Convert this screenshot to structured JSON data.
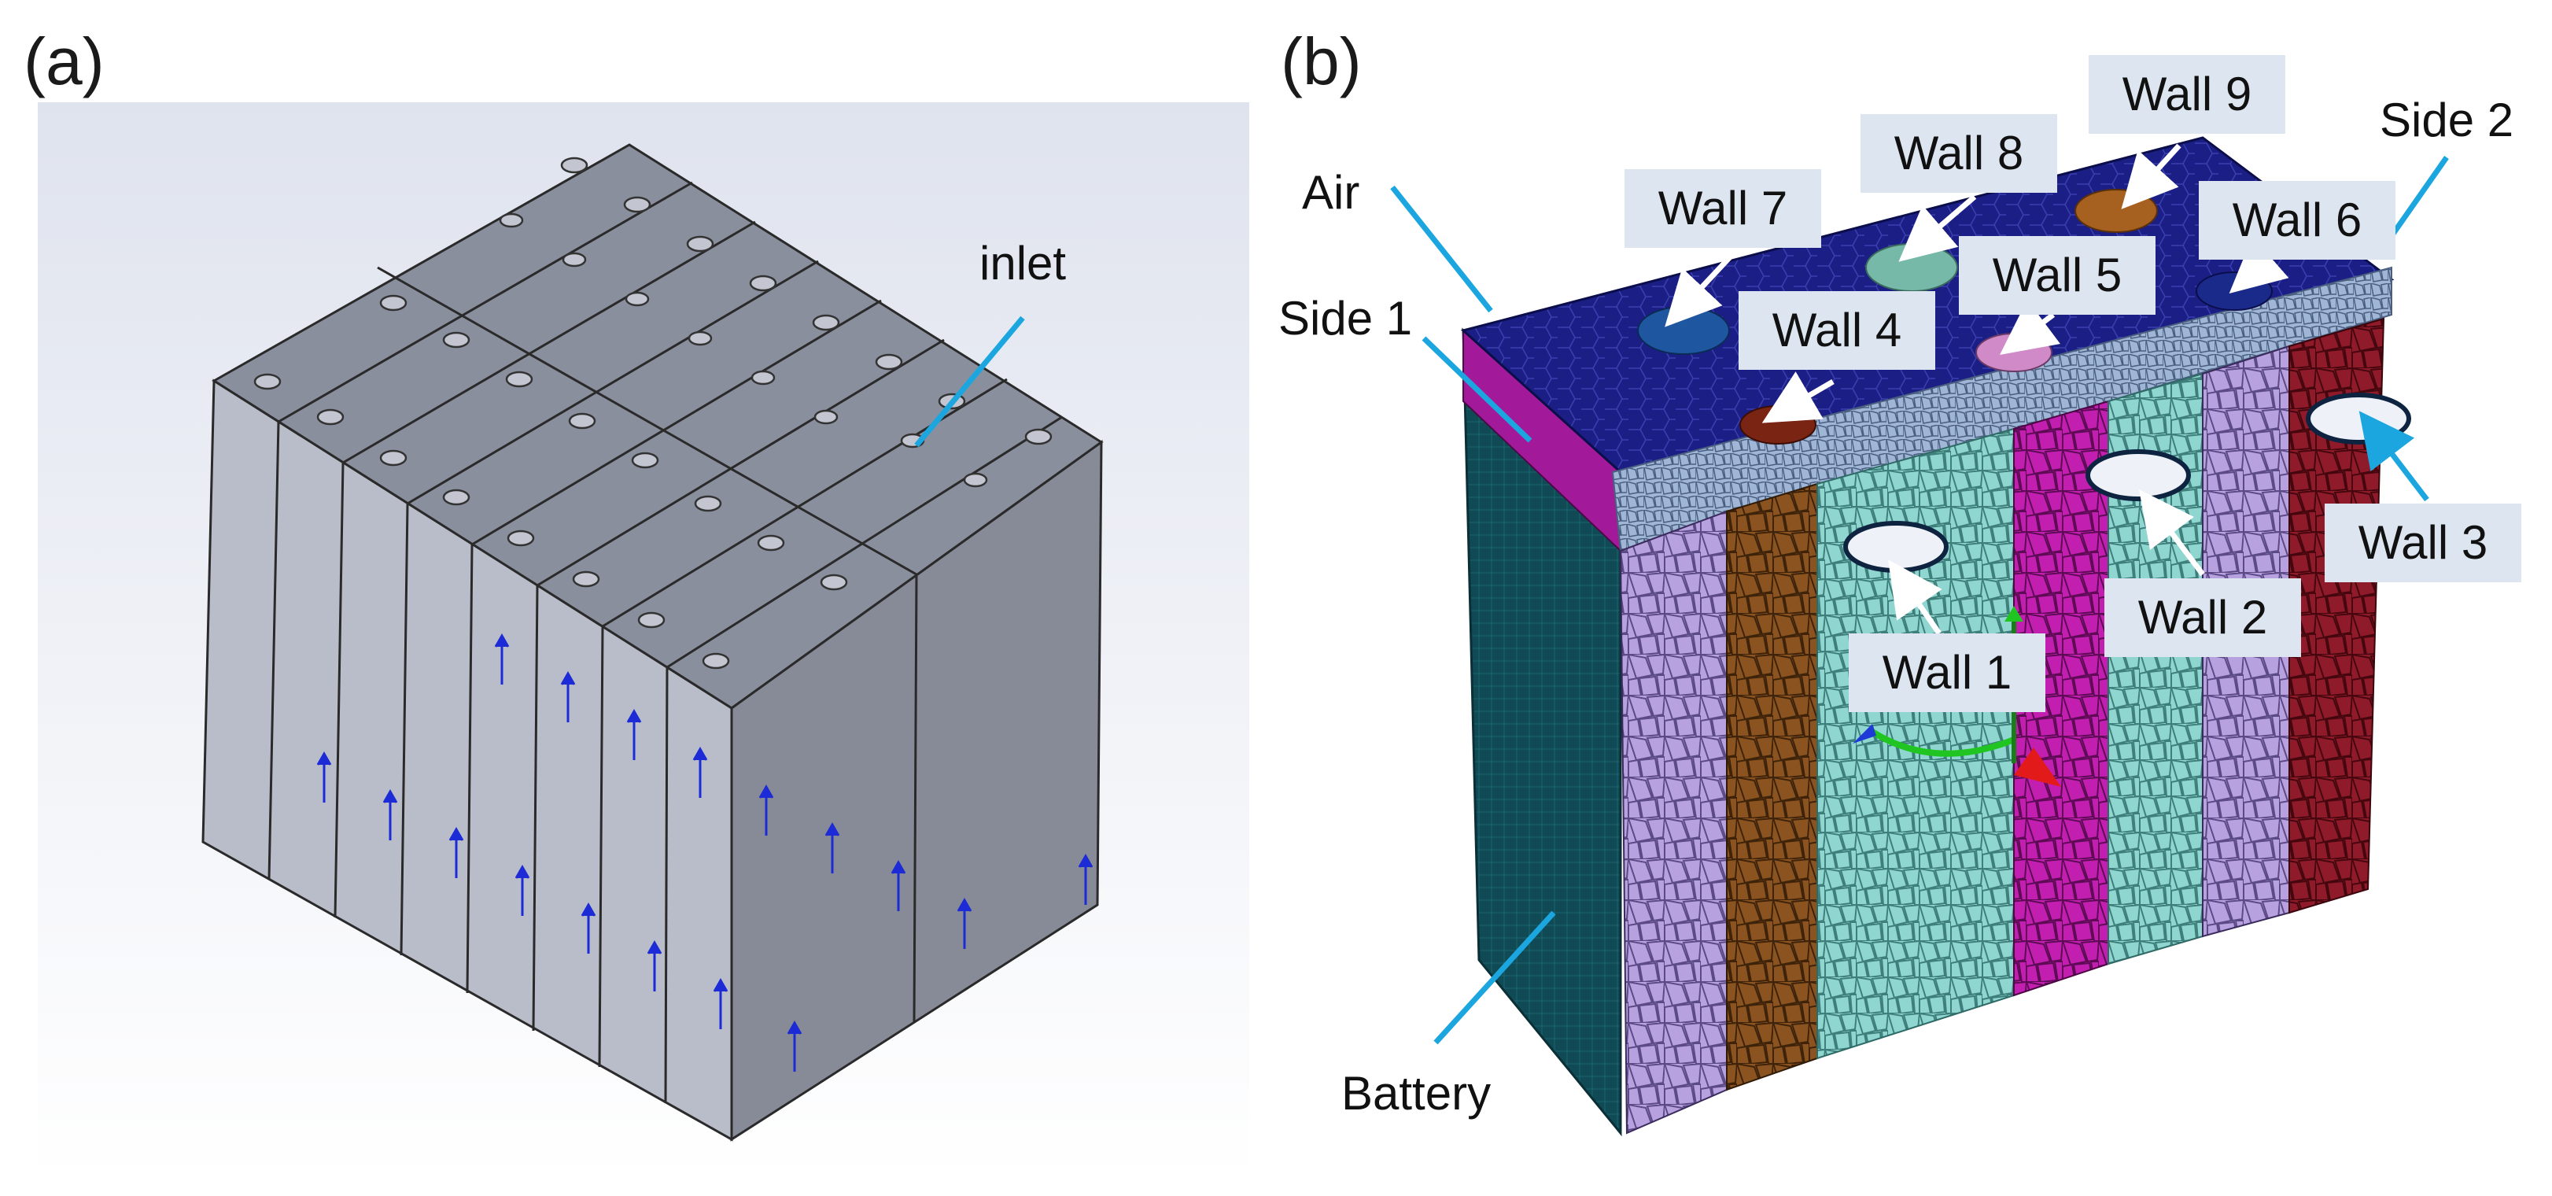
{
  "panels": [
    {
      "label": "(a)",
      "annotations": {
        "inlet": "inlet"
      }
    },
    {
      "label": "(b)",
      "annotations": {
        "air": "Air",
        "side1": "Side 1",
        "side2": "Side 2",
        "battery": "Battery"
      },
      "walls": [
        "Wall 1",
        "Wall 2",
        "Wall 3",
        "Wall 4",
        "Wall 5",
        "Wall 6",
        "Wall 7",
        "Wall 8",
        "Wall 9"
      ]
    }
  ],
  "colors": {
    "leader_line": "#1ca6e0",
    "cell_face": "#b9bdc9",
    "cell_top": "#8a8f9e",
    "air_domain": "#1b1f85",
    "battery_side": "#0f4a55",
    "mesh_lavender": "#b7a2df",
    "mesh_brown": "#8a5320",
    "mesh_cyan": "#8fd6d0",
    "mesh_magenta": "#c21fb0",
    "mesh_red": "#8f1b2a",
    "label_box": "#dde6f0"
  }
}
